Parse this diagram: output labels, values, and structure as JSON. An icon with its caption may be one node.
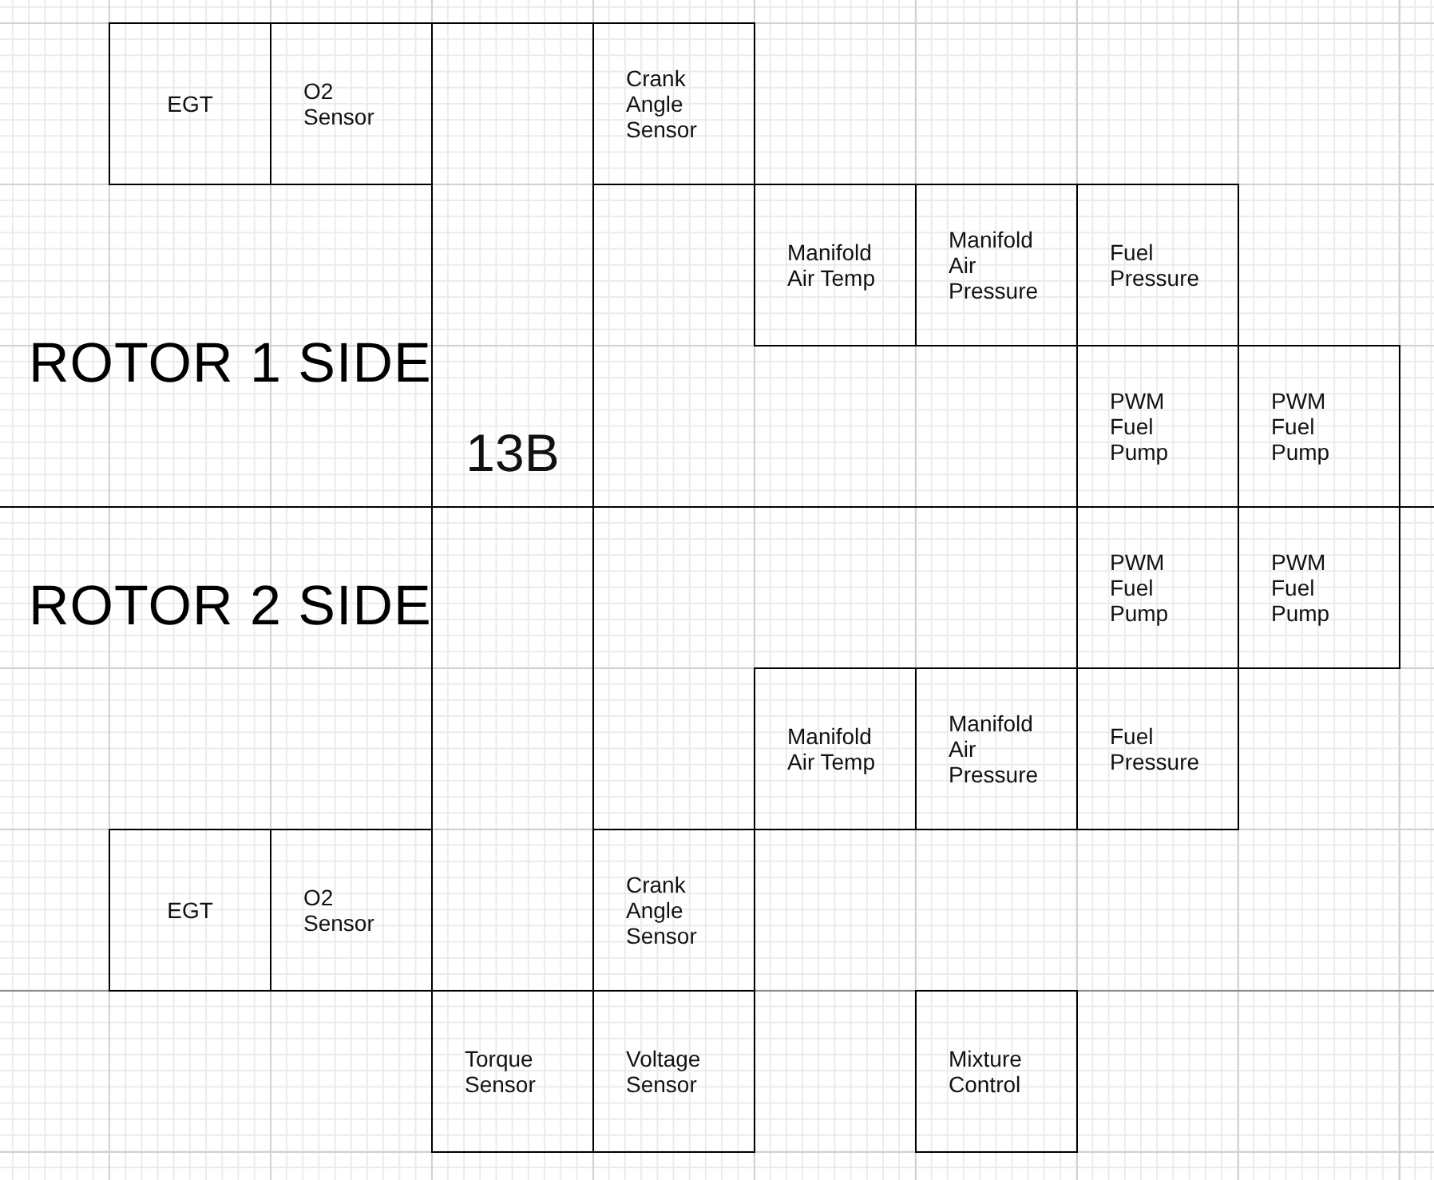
{
  "diagram": {
    "nodes": [
      {
        "text": [
          "EGT"
        ]
      },
      {
        "text": [
          "O2 Sensor"
        ]
      },
      {
        "text": [
          "13B"
        ]
      },
      {
        "text": [
          "Crank Angle Sensor"
        ]
      },
      {
        "text": [
          "Manifold Air Temp"
        ]
      },
      {
        "text": [
          "Manifold Air Pressure"
        ]
      },
      {
        "text": [
          "Fuel Pressure"
        ]
      },
      {
        "text": [
          "PWM Fuel Pump"
        ]
      },
      {
        "text": [
          "PWM Fuel Pump"
        ]
      },
      {
        "text": [
          "PWM Fuel Pump"
        ]
      },
      {
        "text": [
          "PWM Fuel Pump"
        ]
      },
      {
        "text": [
          "Manifold Air Temp"
        ]
      },
      {
        "text": [
          "Manifold Air Pressure"
        ]
      },
      {
        "text": [
          "Fuel Pressure"
        ]
      },
      {
        "text": [
          "EGT"
        ]
      },
      {
        "text": [
          "O2 Sensor"
        ]
      },
      {
        "text": [
          "Crank Angle Sensor"
        ]
      },
      {
        "text": [
          "Torque Sensor"
        ]
      },
      {
        "text": [
          "Voltage Sensor"
        ]
      },
      {
        "text": [
          "Mixture Control"
        ]
      }
    ],
    "labels": [
      "ROTOR 1 SIDE",
      "ROTOR 2 SIDE"
    ]
  }
}
